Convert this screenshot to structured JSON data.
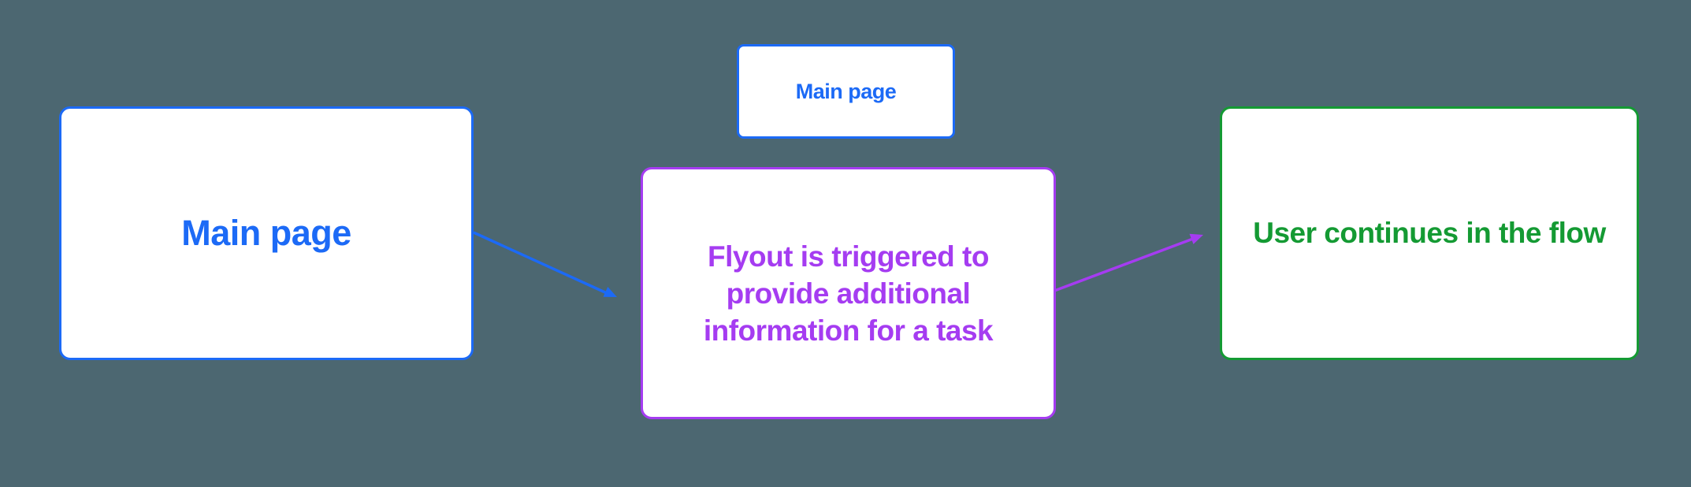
{
  "colors": {
    "blue": "#1C6AF6",
    "purple": "#A53CF1",
    "green": "#149A33",
    "background": "#4C6771",
    "node_fill": "#FFFFFF"
  },
  "nodes": {
    "main_page": {
      "label": "Main page",
      "color": "#1C6AF6"
    },
    "main_page_small": {
      "label": "Main page",
      "color": "#1C6AF6"
    },
    "flyout": {
      "label": "Flyout is triggered to\nprovide additional\ninformation for a task",
      "color": "#A53CF1"
    },
    "user_continues": {
      "label": "User continues in the flow",
      "color": "#149A33"
    }
  },
  "connectors": {
    "main_to_flyout": {
      "from": "main_page",
      "to": "flyout",
      "color": "#1C6AF6"
    },
    "flyout_to_continue": {
      "from": "flyout",
      "to": "user_continues",
      "color": "#A53CF1"
    }
  }
}
